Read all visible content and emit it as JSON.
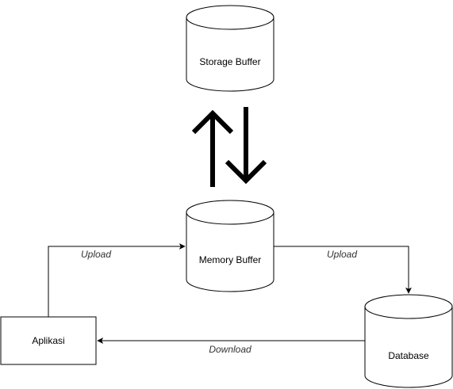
{
  "nodes": {
    "storage_buffer": {
      "label": "Storage Buffer"
    },
    "memory_buffer": {
      "label": "Memory Buffer"
    },
    "aplikasi": {
      "label": "Aplikasi"
    },
    "database": {
      "label": "Database"
    }
  },
  "edges": {
    "aplikasi_to_memory": {
      "label": "Upload"
    },
    "memory_to_database": {
      "label": "Upload"
    },
    "database_to_aplikasi": {
      "label": "Download"
    }
  },
  "colors": {
    "stroke": "#000000",
    "background": "#ffffff",
    "edge_label": "#333333"
  }
}
